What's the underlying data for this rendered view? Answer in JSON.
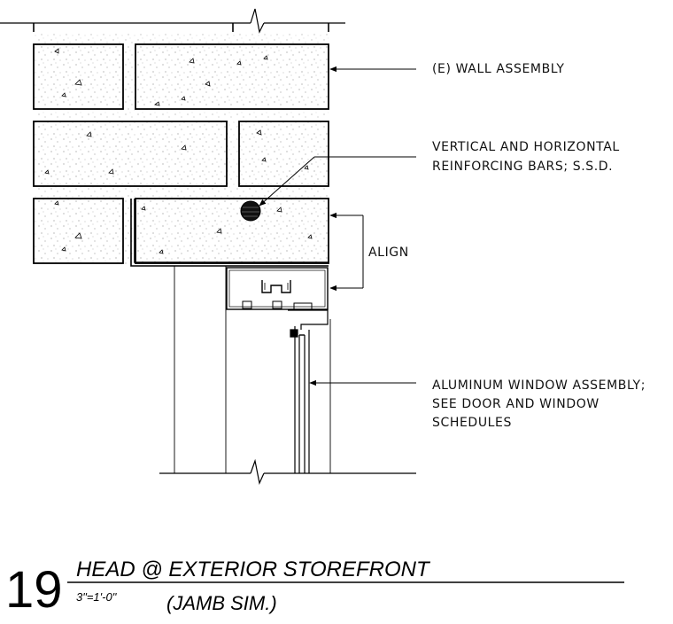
{
  "notes": {
    "wall": "(E) WALL ASSEMBLY",
    "rebar_line1": "VERTICAL AND HORIZONTAL",
    "rebar_line2": "REINFORCING BARS; S.S.D.",
    "align": "ALIGN",
    "window_line1": "ALUMINUM WINDOW ASSEMBLY;",
    "window_line2": "SEE DOOR AND WINDOW",
    "window_line3": "SCHEDULES"
  },
  "title_block": {
    "number": "19",
    "title": "HEAD @ EXTERIOR STOREFRONT",
    "scale": "3\"=1'-0\"",
    "subtitle": "(JAMB SIM.)"
  }
}
